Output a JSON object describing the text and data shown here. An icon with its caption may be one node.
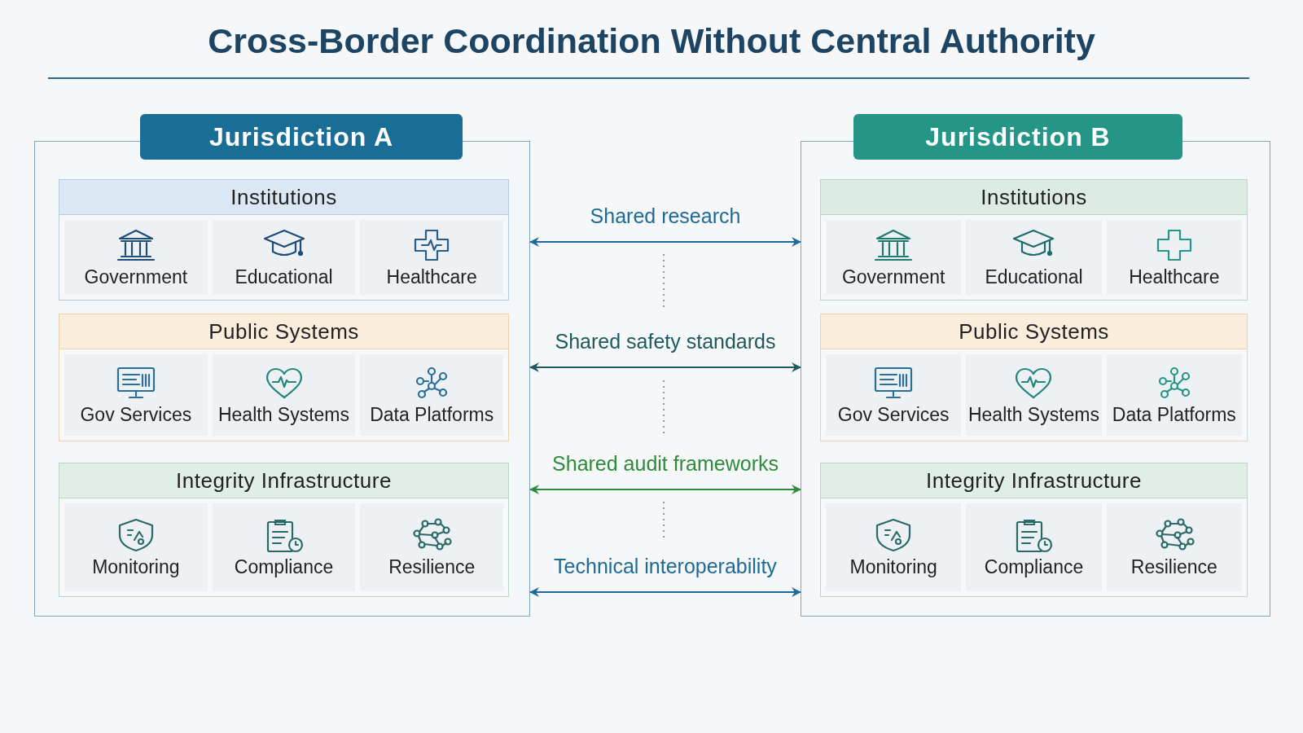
{
  "diagram": {
    "title": "Cross-Border Coordination Without Central Authority",
    "nodes": [
      {
        "text": [
          "Jurisdiction A"
        ]
      },
      {
        "text": [
          "Institutions"
        ],
        "in": 0
      },
      {
        "text": [
          "Government"
        ],
        "in": 1
      },
      {
        "text": [
          "Educational"
        ],
        "in": 1
      },
      {
        "text": [
          "Healthcare"
        ],
        "in": 1
      },
      {
        "text": [
          "Public Systems"
        ],
        "in": 0
      },
      {
        "text": [
          "Gov Services"
        ],
        "in": 5
      },
      {
        "text": [
          "Health Systems"
        ],
        "in": 5
      },
      {
        "text": [
          "Data Platforms"
        ],
        "in": 5
      },
      {
        "text": [
          "Integrity Infrastructure"
        ],
        "in": 0
      },
      {
        "text": [
          "Monitoring"
        ],
        "in": 9
      },
      {
        "text": [
          "Compliance"
        ],
        "in": 9
      },
      {
        "text": [
          "Resilience"
        ],
        "in": 9
      },
      {
        "text": [
          "Jurisdiction B"
        ]
      },
      {
        "text": [
          "Institutions"
        ],
        "in": 13
      },
      {
        "text": [
          "Government"
        ],
        "in": 14
      },
      {
        "text": [
          "Educational"
        ],
        "in": 14
      },
      {
        "text": [
          "Healthcare"
        ],
        "in": 14
      },
      {
        "text": [
          "Public Systems"
        ],
        "in": 13
      },
      {
        "text": [
          "Gov Services"
        ],
        "in": 18
      },
      {
        "text": [
          "Health Systems"
        ],
        "in": 18
      },
      {
        "text": [
          "Data Platforms"
        ],
        "in": 18
      },
      {
        "text": [
          "Integrity Infrastructure"
        ],
        "in": 13
      },
      {
        "text": [
          "Monitoring"
        ],
        "in": 22
      },
      {
        "text": [
          "Compliance"
        ],
        "in": 22
      },
      {
        "text": [
          "Resilience"
        ],
        "in": 22
      }
    ],
    "edges": [
      {
        "from": 0,
        "to": 13,
        "arrow": "both",
        "label": "Shared research"
      },
      {
        "from": 0,
        "to": 13,
        "arrow": "both",
        "label": "Shared safety standards",
        "color": "#1d5a5e"
      },
      {
        "from": 0,
        "to": 13,
        "arrow": "both",
        "label": "Shared audit frameworks",
        "color": "#2f8a3c"
      },
      {
        "from": 0,
        "to": 13,
        "arrow": "both",
        "label": "Technical interoperability"
      }
    ]
  }
}
